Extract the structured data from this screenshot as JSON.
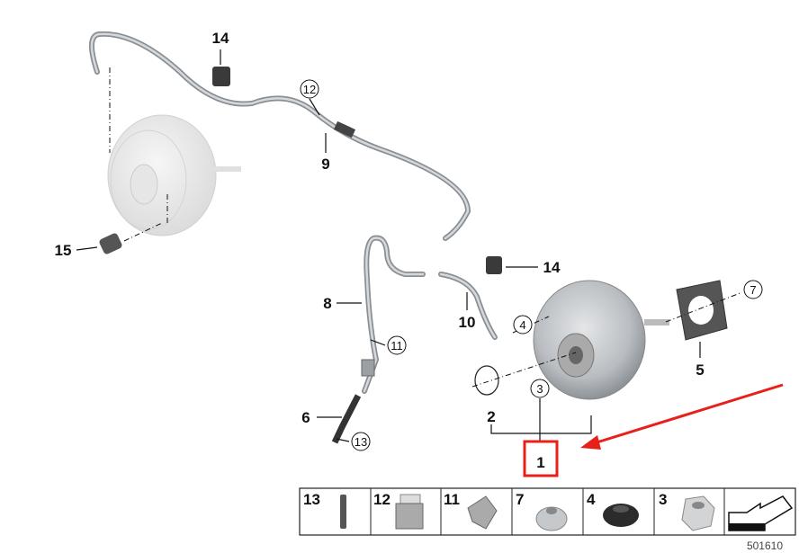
{
  "diagram": {
    "callouts": [
      {
        "id": "14a",
        "text": "14",
        "style": "plain"
      },
      {
        "id": "12",
        "text": "12",
        "style": "circled"
      },
      {
        "id": "9",
        "text": "9",
        "style": "plain"
      },
      {
        "id": "15",
        "text": "15",
        "style": "plain"
      },
      {
        "id": "14b",
        "text": "14",
        "style": "plain"
      },
      {
        "id": "8",
        "text": "8",
        "style": "plain"
      },
      {
        "id": "7",
        "text": "7",
        "style": "circled"
      },
      {
        "id": "4",
        "text": "4",
        "style": "circled"
      },
      {
        "id": "10",
        "text": "10",
        "style": "plain"
      },
      {
        "id": "11",
        "text": "11",
        "style": "circled"
      },
      {
        "id": "5",
        "text": "5",
        "style": "plain"
      },
      {
        "id": "3",
        "text": "3",
        "style": "circled"
      },
      {
        "id": "2",
        "text": "2",
        "style": "plain"
      },
      {
        "id": "6",
        "text": "6",
        "style": "plain"
      },
      {
        "id": "13",
        "text": "13",
        "style": "circled"
      },
      {
        "id": "1",
        "text": "1",
        "style": "highlighted"
      }
    ],
    "highlight_color": "#e8201a",
    "parts_strip": [
      {
        "number": "13",
        "icon": "sleeve-icon"
      },
      {
        "number": "12",
        "icon": "clip-icon"
      },
      {
        "number": "11",
        "icon": "pipe-clamp-icon"
      },
      {
        "number": "7",
        "icon": "flange-nut-icon"
      },
      {
        "number": "4",
        "icon": "grommet-icon"
      },
      {
        "number": "3",
        "icon": "hex-nut-icon"
      },
      {
        "number": "",
        "icon": "direction-arrow-icon"
      }
    ],
    "diagram_number": "501610"
  }
}
